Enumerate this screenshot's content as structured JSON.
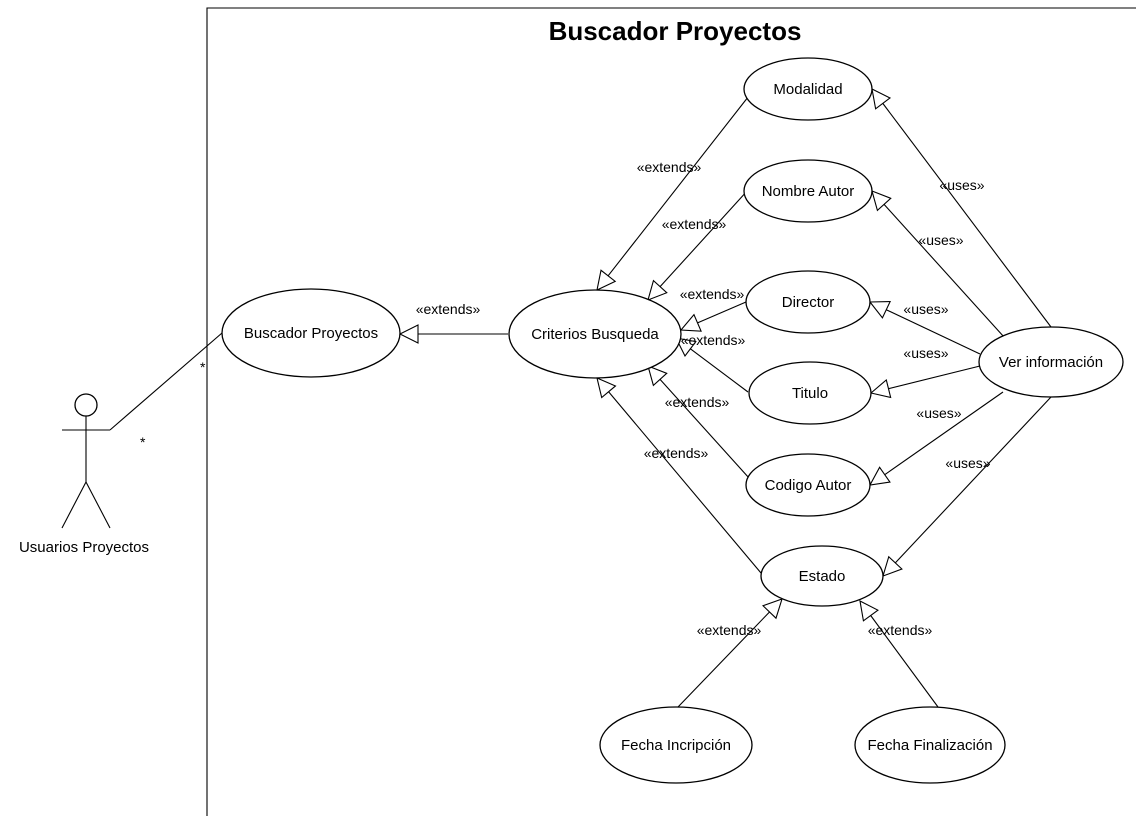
{
  "diagram": {
    "title": "Buscador Proyectos",
    "actor": {
      "label": "Usuarios Proyectos"
    },
    "multiplicity": {
      "actor_end": "*",
      "usecase_end": "*"
    },
    "use_cases": {
      "buscador": "Buscador Proyectos",
      "criterios": "Criterios Busqueda",
      "modalidad": "Modalidad",
      "nombre_autor": "Nombre Autor",
      "director": "Director",
      "titulo": "Titulo",
      "codigo_autor": "Codigo Autor",
      "estado": "Estado",
      "ver_informacion": "Ver información",
      "fecha_inscripcion": "Fecha Incripción",
      "fecha_finalizacion": "Fecha Finalización"
    },
    "stereotypes": {
      "extends": "«extends»",
      "uses": "«uses»"
    }
  }
}
